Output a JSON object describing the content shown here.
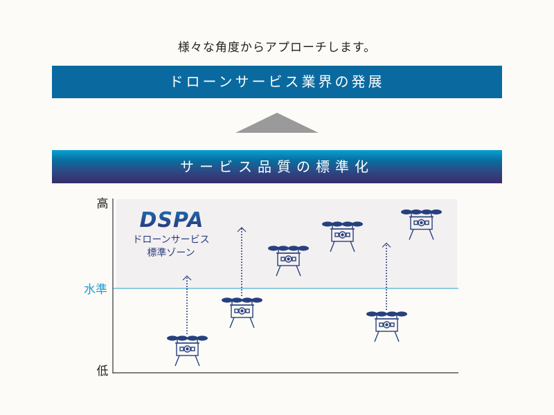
{
  "caption": "様々な角度からアプローチします。",
  "top_banner": "ドローンサービス業界の発展",
  "bottom_banner": "サービス品質の標準化",
  "chart": {
    "high_label": "高",
    "low_label": "低",
    "level_label": "水準",
    "zone": {
      "logo": "DSPA",
      "line1": "ドローンサービス",
      "line2": "標準ゾーン"
    },
    "drones": [
      {
        "x": 1,
        "level": 0.2,
        "arrow_from": 0.2,
        "arrow_to": 0.56
      },
      {
        "x": 2,
        "level": 0.42,
        "arrow_from": 0.42,
        "arrow_to": 0.84
      },
      {
        "x": 3,
        "level": 0.72
      },
      {
        "x": 4,
        "level": 0.86
      },
      {
        "x": 5,
        "level": 0.34,
        "arrow_from": 0.34,
        "arrow_to": 0.75
      },
      {
        "x": 6,
        "level": 0.93
      }
    ]
  },
  "colors": {
    "banner_top": "#0a6aa0",
    "drone": "#27407e",
    "level_line": "#2aa0d0",
    "zone": "#f3f0f1",
    "arrow": "#9a9a9a"
  }
}
